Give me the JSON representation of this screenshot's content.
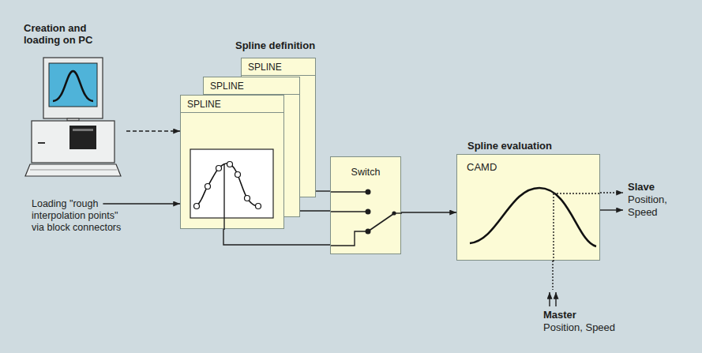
{
  "diagram": {
    "nodes": [
      {
        "text": [
          "Creation and loading on PC"
        ]
      },
      {
        "text": [
          "SPLINE"
        ]
      },
      {
        "text": [
          "SPLINE"
        ]
      },
      {
        "text": [
          "SPLINE"
        ]
      },
      {
        "text": [
          "Switch"
        ]
      },
      {
        "text": [
          "CAMD"
        ]
      }
    ],
    "edges": [
      {
        "from": 0,
        "to": 3,
        "arrow": "to"
      },
      {
        "from": 1,
        "to": 4,
        "arrow": "none"
      },
      {
        "from": 2,
        "to": 4,
        "arrow": "none"
      },
      {
        "from": 3,
        "to": 4,
        "arrow": "none"
      },
      {
        "from": 4,
        "to": 5,
        "arrow": "to"
      }
    ],
    "labels": [
      "Spline definition",
      "Loading \"rough interpolation points\" via block connectors",
      "Spline evaluation",
      "Slave",
      "Position, Speed",
      "Master",
      "Position, Speed"
    ]
  }
}
